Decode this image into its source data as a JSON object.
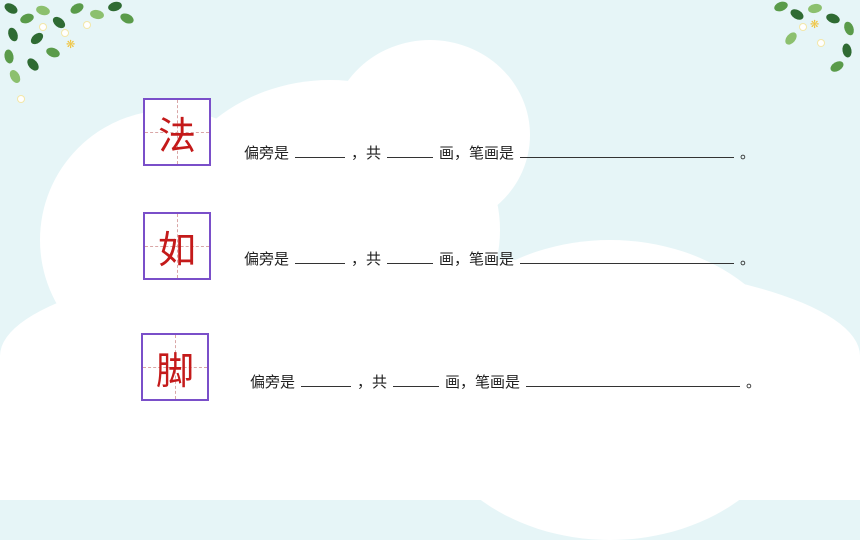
{
  "rows": [
    {
      "character": "法",
      "label_radical": "偏旁是",
      "sep1": "，共",
      "label_strokes_unit": "画，笔画是",
      "end": "。"
    },
    {
      "character": "如",
      "label_radical": "偏旁是",
      "sep1": "，共",
      "label_strokes_unit": "画，笔画是",
      "end": "。"
    },
    {
      "character": "脚",
      "label_radical": "偏旁是",
      "sep1": "，共",
      "label_strokes_unit": "画，笔画是",
      "end": "。"
    }
  ],
  "colors": {
    "background": "#e6f5f7",
    "character": "#c41a1a",
    "box_border": "#7a4fc9"
  }
}
